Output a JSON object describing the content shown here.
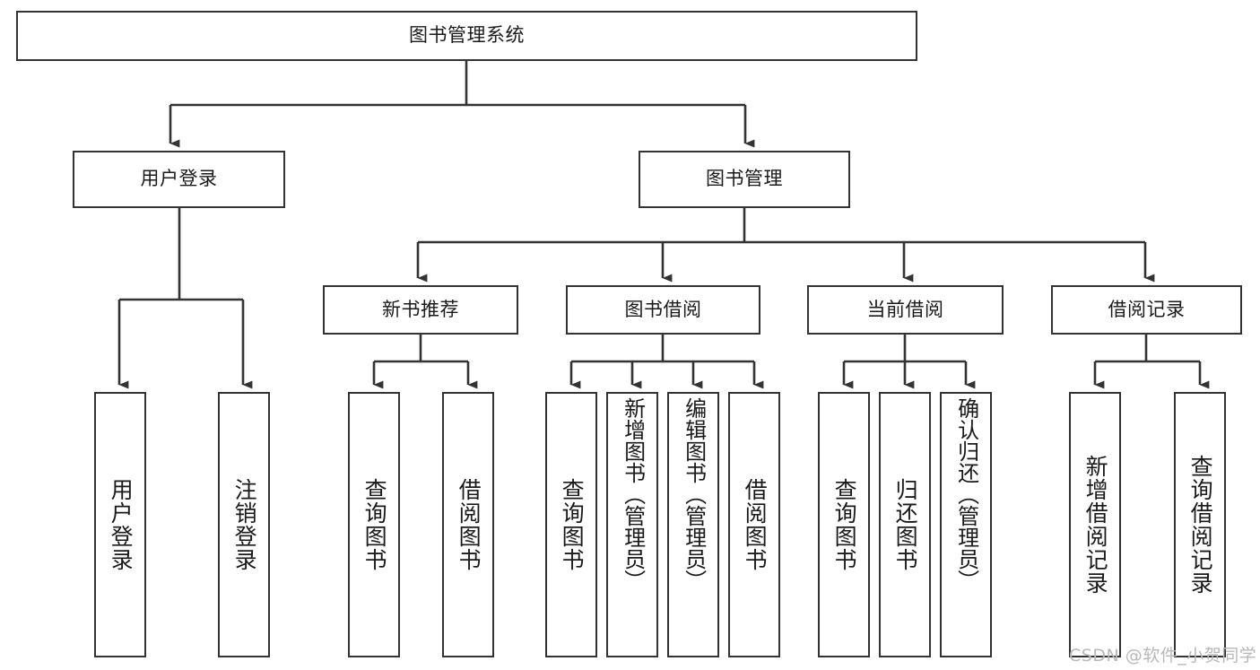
{
  "diagram": {
    "title": "图书管理系统",
    "type": "hierarchy-tree",
    "stroke_color": "#333333",
    "background_color": "#ffffff",
    "watermark": "CSDN @软件_小贺同学",
    "levels": {
      "root": {
        "label": "图书管理系统"
      },
      "level2": [
        {
          "label": "用户登录"
        },
        {
          "label": "图书管理"
        }
      ],
      "level3": [
        {
          "label": "新书推荐"
        },
        {
          "label": "图书借阅"
        },
        {
          "label": "当前借阅"
        },
        {
          "label": "借阅记录"
        }
      ],
      "leaves": [
        {
          "label": "用户登录",
          "parent": "用户登录"
        },
        {
          "label": "注销登录",
          "parent": "用户登录"
        },
        {
          "label": "查询图书",
          "parent": "新书推荐"
        },
        {
          "label": "借阅图书",
          "parent": "新书推荐"
        },
        {
          "label": "查询图书",
          "parent": "图书借阅"
        },
        {
          "label": "新增图书（管理员）",
          "parent": "图书借阅"
        },
        {
          "label": "编辑图书（管理员）",
          "parent": "图书借阅"
        },
        {
          "label": "借阅图书",
          "parent": "图书借阅"
        },
        {
          "label": "查询图书",
          "parent": "当前借阅"
        },
        {
          "label": "归还图书",
          "parent": "当前借阅"
        },
        {
          "label": "确认归还（管理员）",
          "parent": "当前借阅"
        },
        {
          "label": "新增借阅记录",
          "parent": "借阅记录"
        },
        {
          "label": "查询借阅记录",
          "parent": "借阅记录"
        }
      ]
    }
  }
}
